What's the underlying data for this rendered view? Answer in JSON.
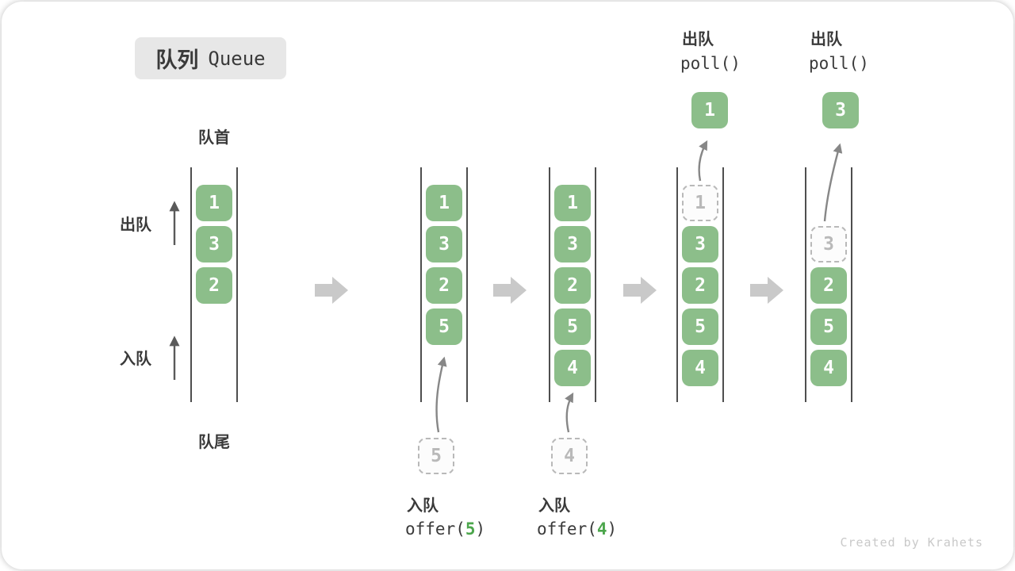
{
  "title": {
    "zh": "队列",
    "en": "Queue"
  },
  "side_labels": {
    "front": "队首",
    "rear": "队尾",
    "dequeue": "出队",
    "enqueue": "入队"
  },
  "ops": {
    "enqueue5": {
      "action": "入队",
      "code_pre": "offer(",
      "arg": "5",
      "code_post": ")"
    },
    "enqueue4": {
      "action": "入队",
      "code_pre": "offer(",
      "arg": "4",
      "code_post": ")"
    },
    "poll1": {
      "action": "出队",
      "code": "poll()"
    },
    "poll2": {
      "action": "出队",
      "code": "poll()"
    }
  },
  "queues": {
    "q1": {
      "slots": [
        "1",
        "3",
        "2"
      ]
    },
    "q2": {
      "slots": [
        "1",
        "3",
        "2",
        "5"
      ],
      "pending": "5"
    },
    "q3": {
      "slots": [
        "1",
        "3",
        "2",
        "5",
        "4"
      ],
      "pending": "4"
    },
    "q4": {
      "removed": "1",
      "slots": [
        "3",
        "2",
        "5",
        "4"
      ],
      "popped": "1"
    },
    "q5": {
      "removed": "3",
      "slots": [
        "2",
        "5",
        "4"
      ],
      "popped": "3"
    }
  },
  "credit": "Created by Krahets",
  "colors": {
    "box_green": "#8cbe8a",
    "arg_green": "#4ca64c",
    "text_dark": "#3a3a3a",
    "chip_bg": "#e7e7e7",
    "dashed_gray": "#b9b9b9",
    "wall_gray": "#4e4e4e",
    "step_arrow_gray": "#c9c9c9",
    "curve_arrow_gray": "#878787",
    "credit_gray": "#c9c9c9"
  }
}
